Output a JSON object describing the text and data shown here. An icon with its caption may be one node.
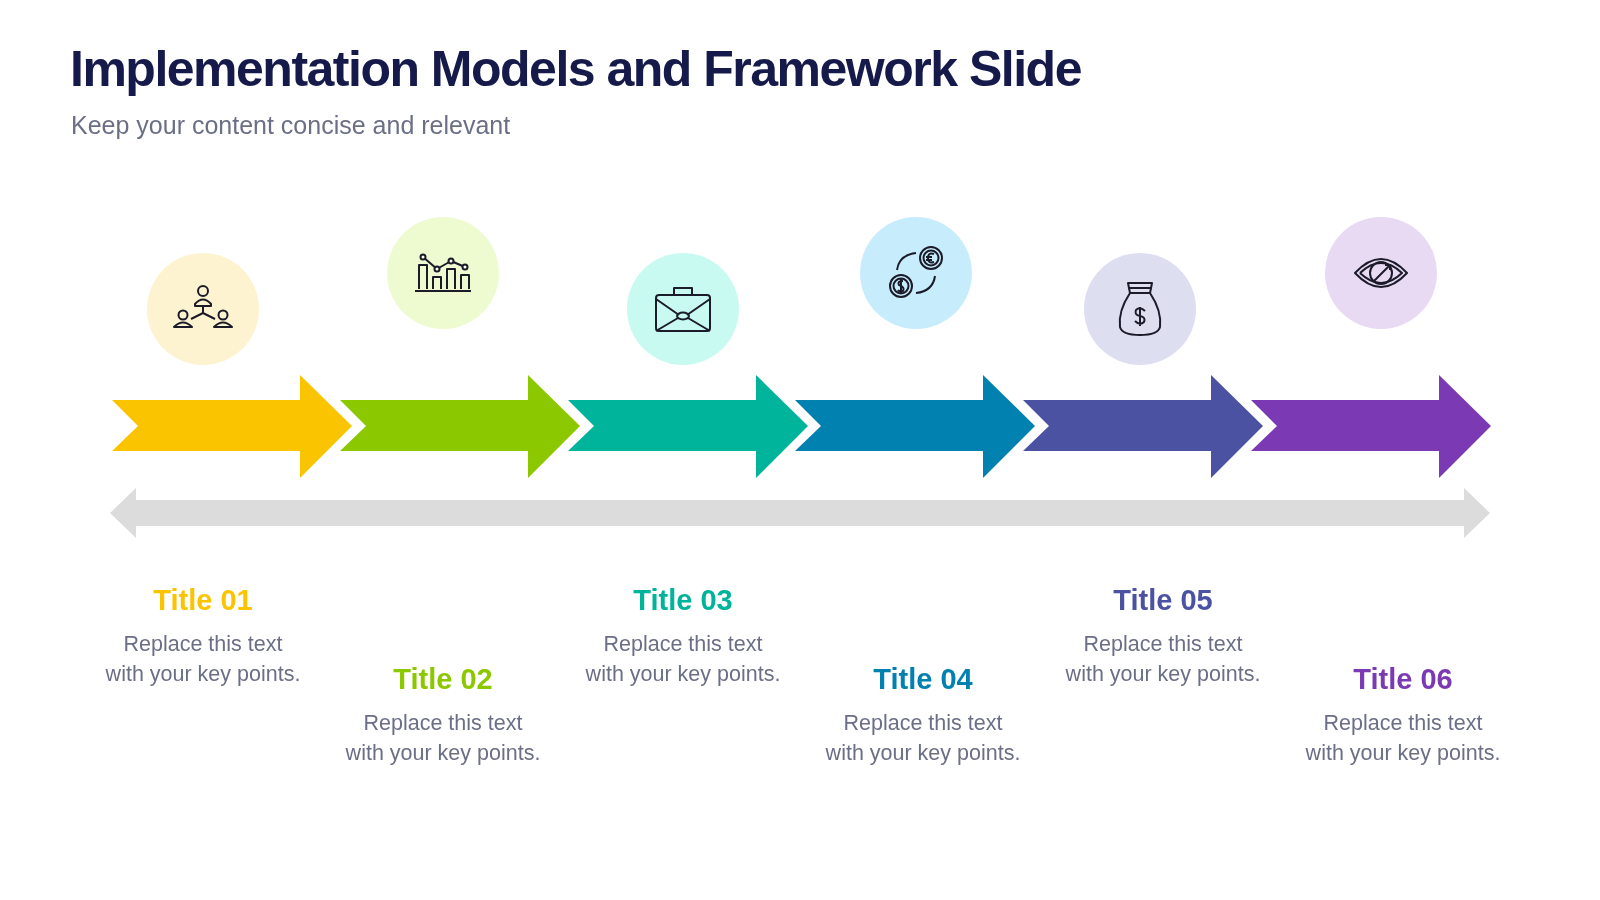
{
  "diagram": {
    "title": "Implementation Models and Framework Slide",
    "caption": "Keep your content concise and relevant",
    "nodes": [
      {
        "text": [
          "Title 01",
          "Replace this text with your key points."
        ]
      },
      {
        "text": [
          "Title 02",
          "Replace this text with your key points."
        ]
      },
      {
        "text": [
          "Title 03",
          "Replace this text with your key points."
        ]
      },
      {
        "text": [
          "Title 04",
          "Replace this text with your key points."
        ]
      },
      {
        "text": [
          "Title 05",
          "Replace this text with your key points."
        ]
      },
      {
        "text": [
          "Title 06",
          "Replace this text with your key points."
        ]
      }
    ]
  }
}
